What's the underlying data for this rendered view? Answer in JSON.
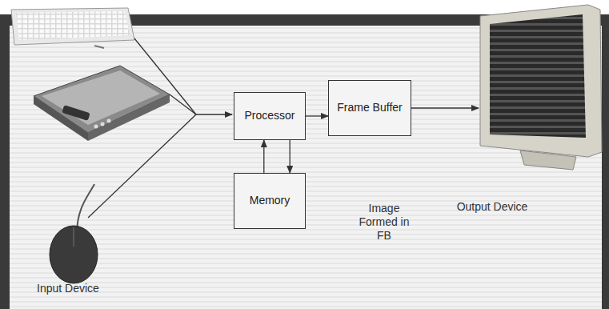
{
  "diagram": {
    "nodes": [
      {
        "text": [
          "Processor"
        ]
      },
      {
        "text": [
          "Frame Buffer"
        ]
      },
      {
        "text": [
          "Memory"
        ]
      }
    ],
    "edges": [
      {
        "from": 0,
        "to": 1,
        "arrow": "to"
      },
      {
        "from": 0,
        "to": 2,
        "arrow": "to"
      },
      {
        "from": 2,
        "to": 0,
        "arrow": "to"
      }
    ],
    "labels": [
      "Image Formed in FB",
      "Output Device",
      "Input Device"
    ]
  }
}
